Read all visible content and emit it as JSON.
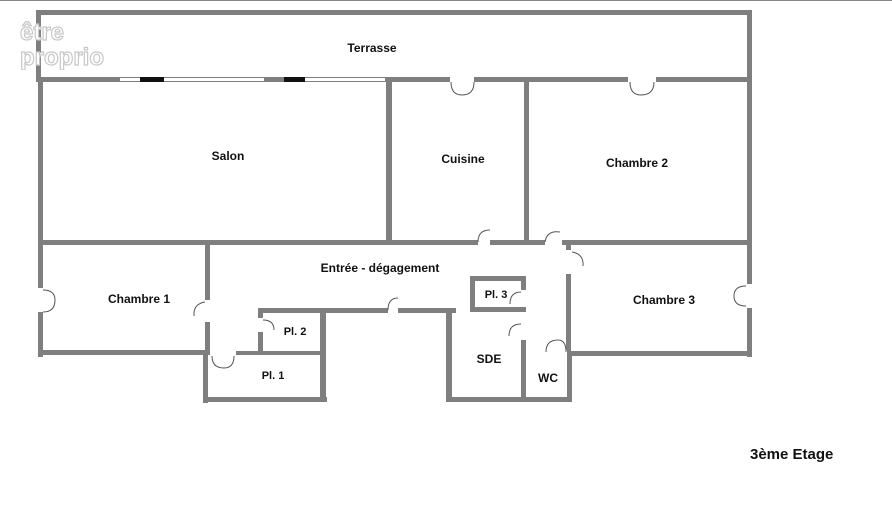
{
  "watermark": {
    "line1": "être",
    "line2": "proprio"
  },
  "rooms": {
    "terrasse": "Terrasse",
    "salon": "Salon",
    "cuisine": "Cuisine",
    "chambre2": "Chambre 2",
    "chambre1": "Chambre 1",
    "entree": "Entrée - dégagement",
    "chambre3": "Chambre 3",
    "pl1": "Pl. 1",
    "pl2": "Pl. 2",
    "pl3": "Pl. 3",
    "sde": "SDE",
    "wc": "WC"
  },
  "floor": "3ème Etage",
  "colors": {
    "wall": "#7f7f7f",
    "wall_edge": "#333333",
    "fill": "#ffffff"
  }
}
